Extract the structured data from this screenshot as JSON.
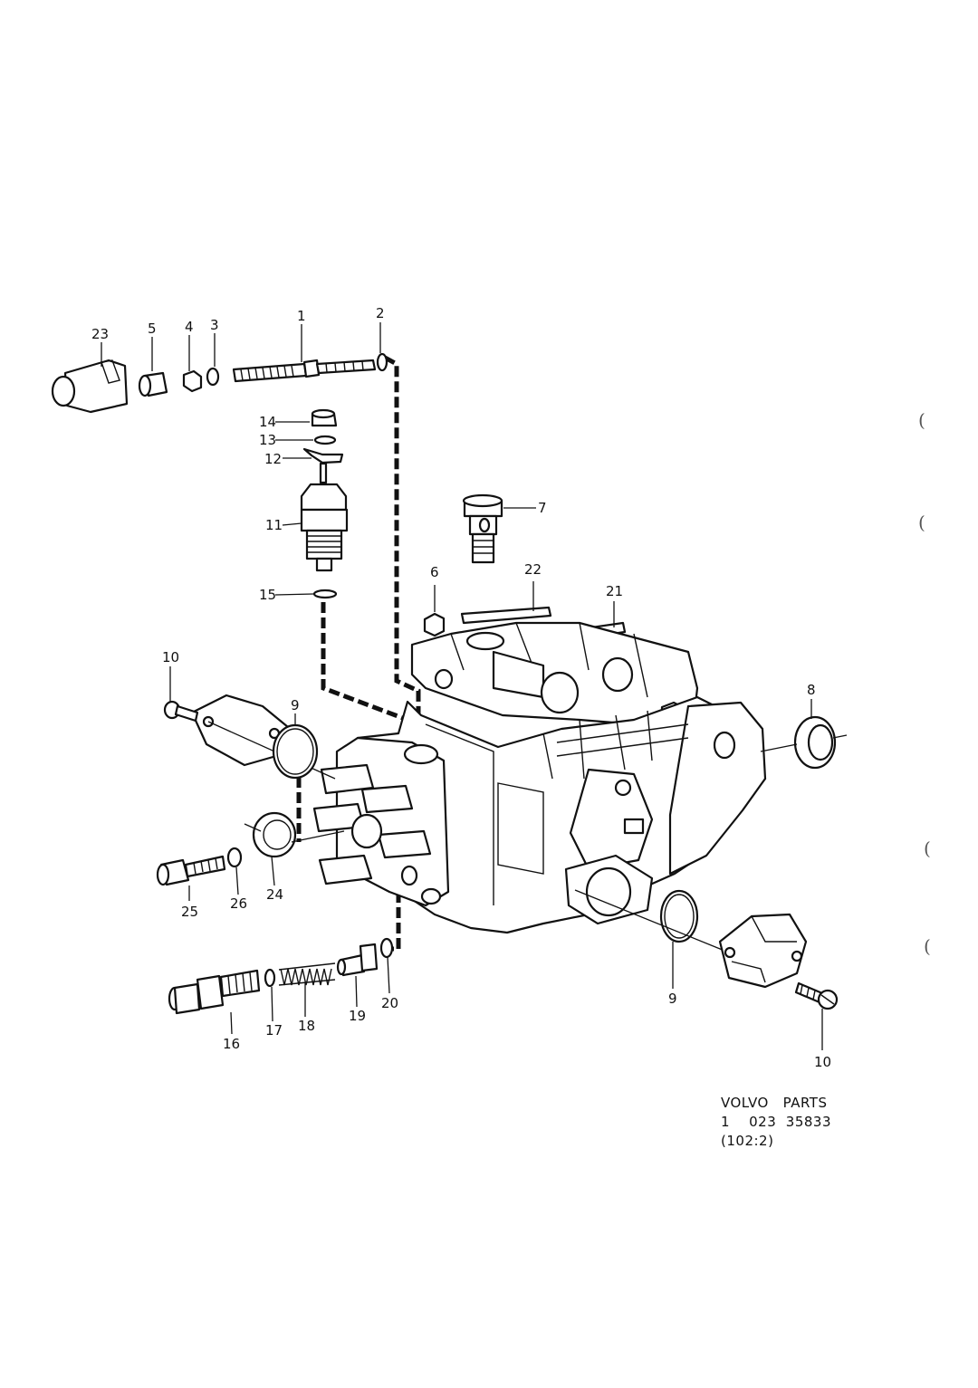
{
  "callouts": {
    "c1": "1",
    "c2": "2",
    "c3": "3",
    "c4": "4",
    "c5": "5",
    "c23": "23",
    "c14": "14",
    "c13": "13",
    "c12": "12",
    "c11": "11",
    "c15": "15",
    "c7": "7",
    "c6": "6",
    "c22": "22",
    "c21": "21",
    "c8": "8",
    "c10a": "10",
    "c9a": "9",
    "c25": "25",
    "c26": "26",
    "c24": "24",
    "c16": "16",
    "c17": "17",
    "c18": "18",
    "c19": "19",
    "c20": "20",
    "c9b": "9",
    "c10b": "10"
  },
  "caption": {
    "line1": "VOLVO   PARTS",
    "line2": "1    023  35833",
    "line3": "(102:2)"
  },
  "margin_marks": [
    "(",
    "(",
    "(",
    "("
  ]
}
